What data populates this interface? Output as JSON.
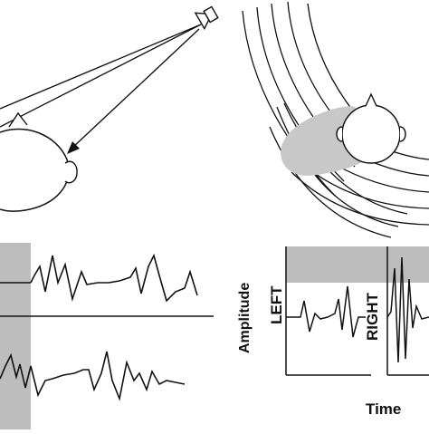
{
  "labels": {
    "amplitude": "Amplitude",
    "left": "LEFT",
    "right": "RIGHT",
    "time": "Time"
  },
  "colors": {
    "ink": "#111111",
    "shade": "#bdbdbd",
    "shadow": "#c8c8c8",
    "background": "#ffffff"
  },
  "icons": {
    "source": "loudspeaker-icon",
    "listener": "head-icon"
  }
}
